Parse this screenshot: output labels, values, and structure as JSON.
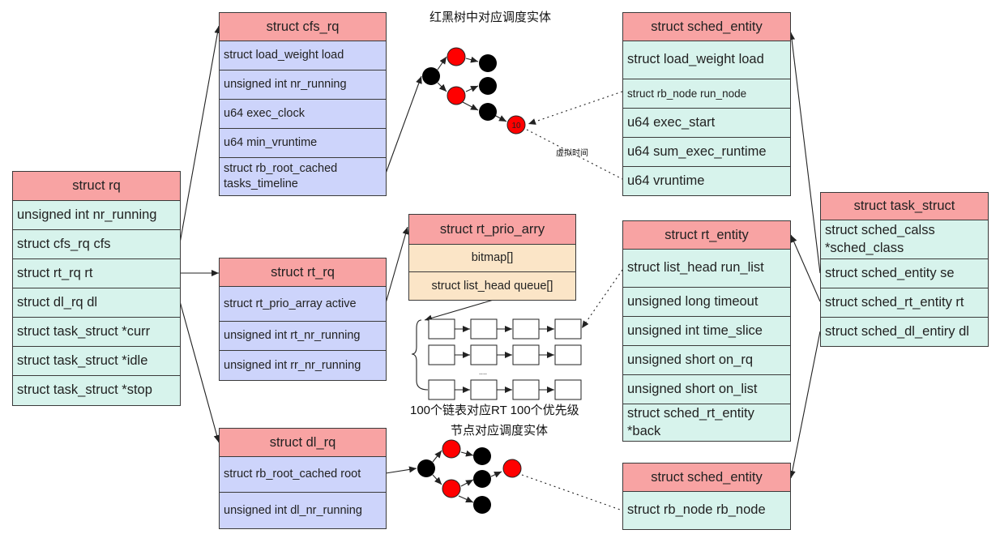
{
  "colors": {
    "header": "#f8a3a3",
    "green_row": "#d7f3ec",
    "blue_row": "#cdd4fb",
    "tan_row": "#fbe5c7",
    "red_node": "#ff0000",
    "black_node": "#000000"
  },
  "labels": {
    "rbtree_caption": "红黑树中对应调度实体",
    "vruntime_caption": "虚拟时间",
    "rt_caption_line1": "100个链表对应RT 100个优先级",
    "rt_caption_line2": "节点对应调度实体",
    "dots": "....",
    "node10": "10"
  },
  "rq": {
    "title": "struct rq",
    "fields": [
      "unsigned int nr_running",
      "struct cfs_rq cfs",
      "struct rt_rq rt",
      "struct dl_rq dl",
      "struct task_struct *curr",
      "struct task_struct *idle",
      "struct task_struct *stop"
    ]
  },
  "cfs_rq": {
    "title": "struct cfs_rq",
    "fields": [
      "struct load_weight load",
      "unsigned int nr_running",
      "u64 exec_clock",
      "u64 min_vruntime",
      "struct rb_root_cached\ntasks_timeline"
    ]
  },
  "rt_rq": {
    "title": "struct rt_rq",
    "fields": [
      "struct rt_prio_array active",
      "unsigned int rt_nr_running",
      "unsigned int rr_nr_running"
    ]
  },
  "dl_rq": {
    "title": "struct dl_rq",
    "fields": [
      "struct rb_root_cached root",
      "unsigned int dl_nr_running"
    ]
  },
  "rt_prio_array": {
    "title": "struct rt_prio_arry",
    "fields": [
      "bitmap[]",
      "struct list_head queue[]"
    ]
  },
  "sched_entity_top": {
    "title": "struct sched_entity",
    "fields": [
      "struct load_weight load",
      "struct rb_node run_node",
      "u64 exec_start",
      "u64 sum_exec_runtime",
      "u64 vruntime"
    ]
  },
  "rt_entity": {
    "title": "struct rt_entity",
    "fields": [
      "struct list_head run_list",
      "unsigned long timeout",
      "unsigned int time_slice",
      "unsigned short on_rq",
      "unsigned short on_list",
      "struct sched_rt_entity\n*back"
    ]
  },
  "sched_entity_bottom": {
    "title": "struct sched_entity",
    "fields": [
      "struct rb_node rb_node"
    ]
  },
  "task_struct": {
    "title": "struct task_struct",
    "fields": [
      "struct sched_calss\n*sched_class",
      "struct sched_entity se",
      "struct sched_rt_entity rt",
      "struct sched_dl_entiry dl"
    ]
  }
}
